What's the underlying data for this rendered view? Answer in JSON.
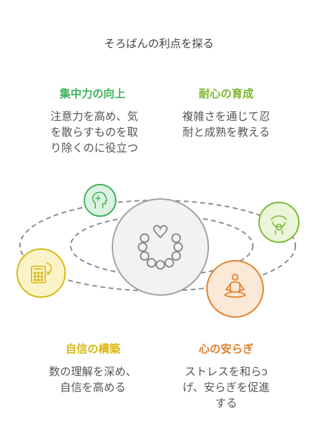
{
  "title": "そろばんの利点を探る",
  "benefits": {
    "focus": {
      "title": "集中力の向上",
      "body": "注意力を高め、気\nを散らすものを取\nり除くのに役立つ",
      "color": "#3cb15a",
      "icon": "brain-head-icon"
    },
    "patience": {
      "title": "耐心の育成",
      "body": "複雑さを通じて忍\n耐と成熟を教える",
      "color": "#7ab82e",
      "icon": "caring-hand-icon"
    },
    "confidence": {
      "title": "自信の構築",
      "body": "数の理解を深め、\n自信を高める",
      "color": "#d9b60f",
      "icon": "calculator-icon"
    },
    "peace": {
      "title": "心の安らぎ",
      "body": "ストレスを和らↄ\nげ、安らぎを促進\nする",
      "color": "#e07f2a",
      "icon": "meditation-icon"
    }
  },
  "center": {
    "icon": "abacus-beads-icon"
  }
}
